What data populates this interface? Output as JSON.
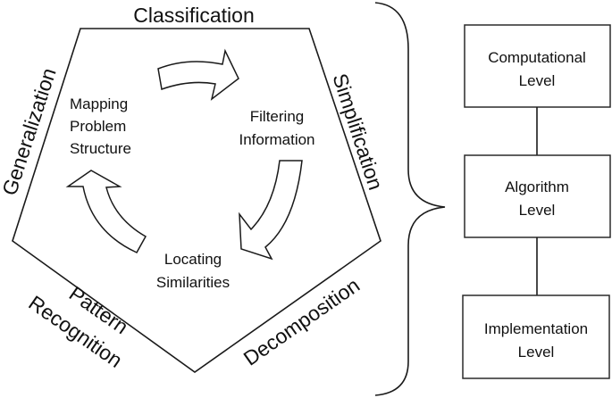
{
  "pentagon": {
    "edges": {
      "top": "Classification",
      "left": "Generalization",
      "right": "Simplification",
      "bottom_left": [
        "Pattern",
        "Recognition"
      ],
      "bottom_right": "Decomposition"
    },
    "cycle_steps": [
      {
        "lines": [
          "Mapping",
          "Problem",
          "Structure"
        ]
      },
      {
        "lines": [
          "Filtering",
          "Information"
        ]
      },
      {
        "lines": [
          "Locating",
          "Similarities"
        ]
      }
    ]
  },
  "levels": [
    {
      "lines": [
        "Computational",
        "Level"
      ]
    },
    {
      "lines": [
        "Algorithm",
        "Level"
      ]
    },
    {
      "lines": [
        "Implementation",
        "Level"
      ]
    }
  ]
}
